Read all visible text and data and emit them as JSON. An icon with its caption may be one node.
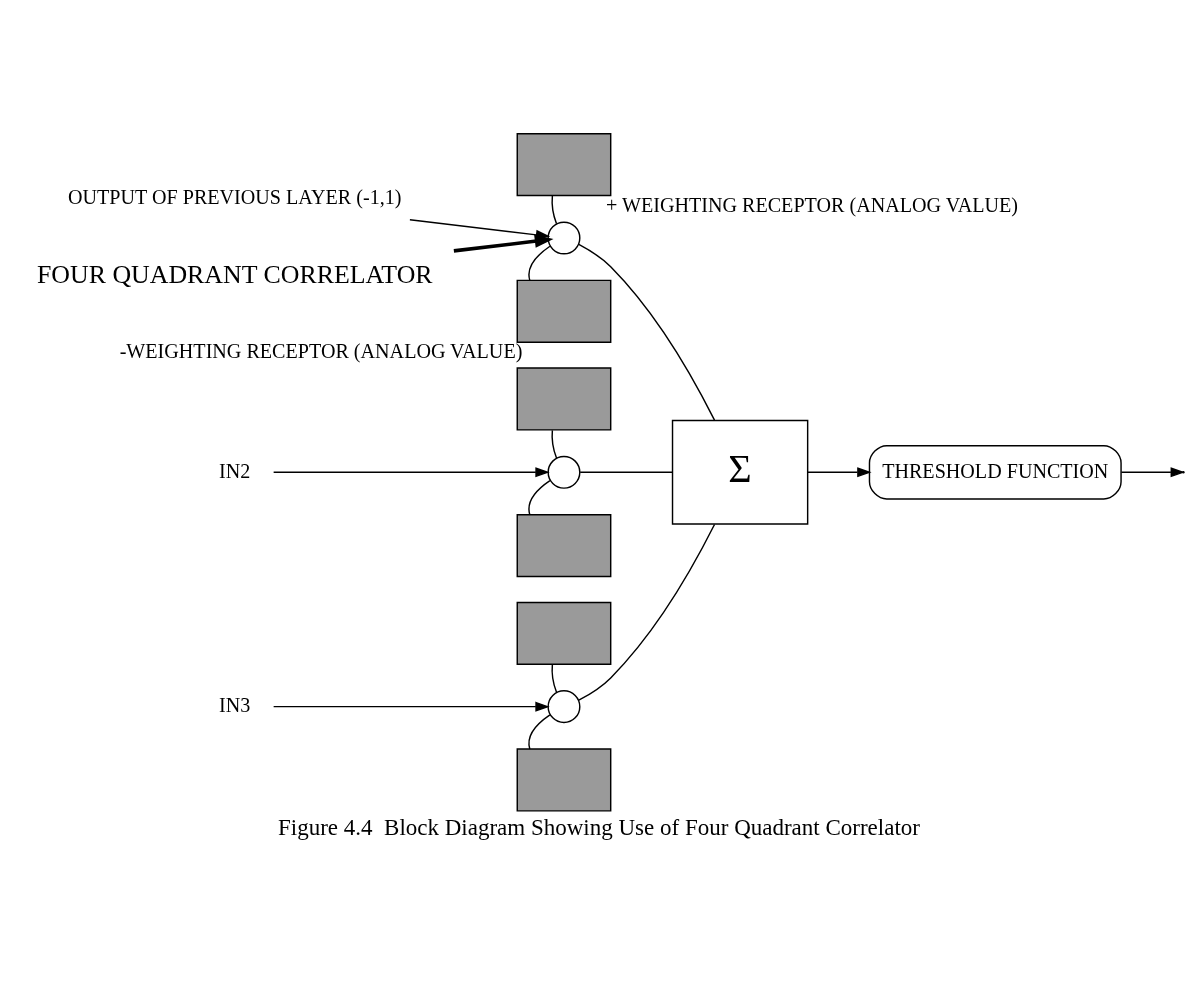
{
  "diagram": {
    "caption": "Figure 4.4  Block Diagram Showing Use of Four Quadrant Correlator",
    "nodes": [
      {
        "text": [
          "OUTPUT OF PREVIOUS LAYER (-1,1)"
        ]
      },
      {
        "text": [],
        "shape": "box",
        "beside": [
          "+ WEIGHTING RECEPTOR (ANALOG VALUE)"
        ]
      },
      {
        "text": [],
        "shape": "circle"
      },
      {
        "text": [],
        "shape": "box",
        "beside": [
          "-WEIGHTING RECEPTOR (ANALOG VALUE)"
        ]
      },
      {
        "text": [
          "IN2"
        ]
      },
      {
        "text": [],
        "shape": "box"
      },
      {
        "text": [],
        "shape": "circle"
      },
      {
        "text": [],
        "shape": "box"
      },
      {
        "text": [
          "IN3"
        ]
      },
      {
        "text": [],
        "shape": "box"
      },
      {
        "text": [],
        "shape": "circle"
      },
      {
        "text": [],
        "shape": "box"
      },
      {
        "text": [
          "Σ"
        ]
      },
      {
        "text": [
          "THRESHOLD FUNCTION"
        ]
      },
      {
        "text": [
          "FOUR QUADRANT CORRELATOR"
        ]
      }
    ],
    "edges": [
      {
        "from": 0,
        "to": 2,
        "arrow": "to"
      },
      {
        "from": 1,
        "to": 2,
        "arrow": "none"
      },
      {
        "from": 2,
        "to": 3,
        "arrow": "none"
      },
      {
        "from": 2,
        "to": 12,
        "arrow": "none"
      },
      {
        "from": 14,
        "to": 2,
        "arrow": "to",
        "style": "thick"
      },
      {
        "from": 4,
        "to": 6,
        "arrow": "to"
      },
      {
        "from": 5,
        "to": 6,
        "arrow": "none"
      },
      {
        "from": 6,
        "to": 7,
        "arrow": "none"
      },
      {
        "from": 6,
        "to": 12,
        "arrow": "none"
      },
      {
        "from": 8,
        "to": 10,
        "arrow": "to"
      },
      {
        "from": 9,
        "to": 10,
        "arrow": "none"
      },
      {
        "from": 10,
        "to": 11,
        "arrow": "none"
      },
      {
        "from": 10,
        "to": 12,
        "arrow": "none"
      },
      {
        "from": 12,
        "to": 13,
        "arrow": "to"
      },
      {
        "from": 13,
        "to": null,
        "arrow": "to"
      }
    ]
  }
}
